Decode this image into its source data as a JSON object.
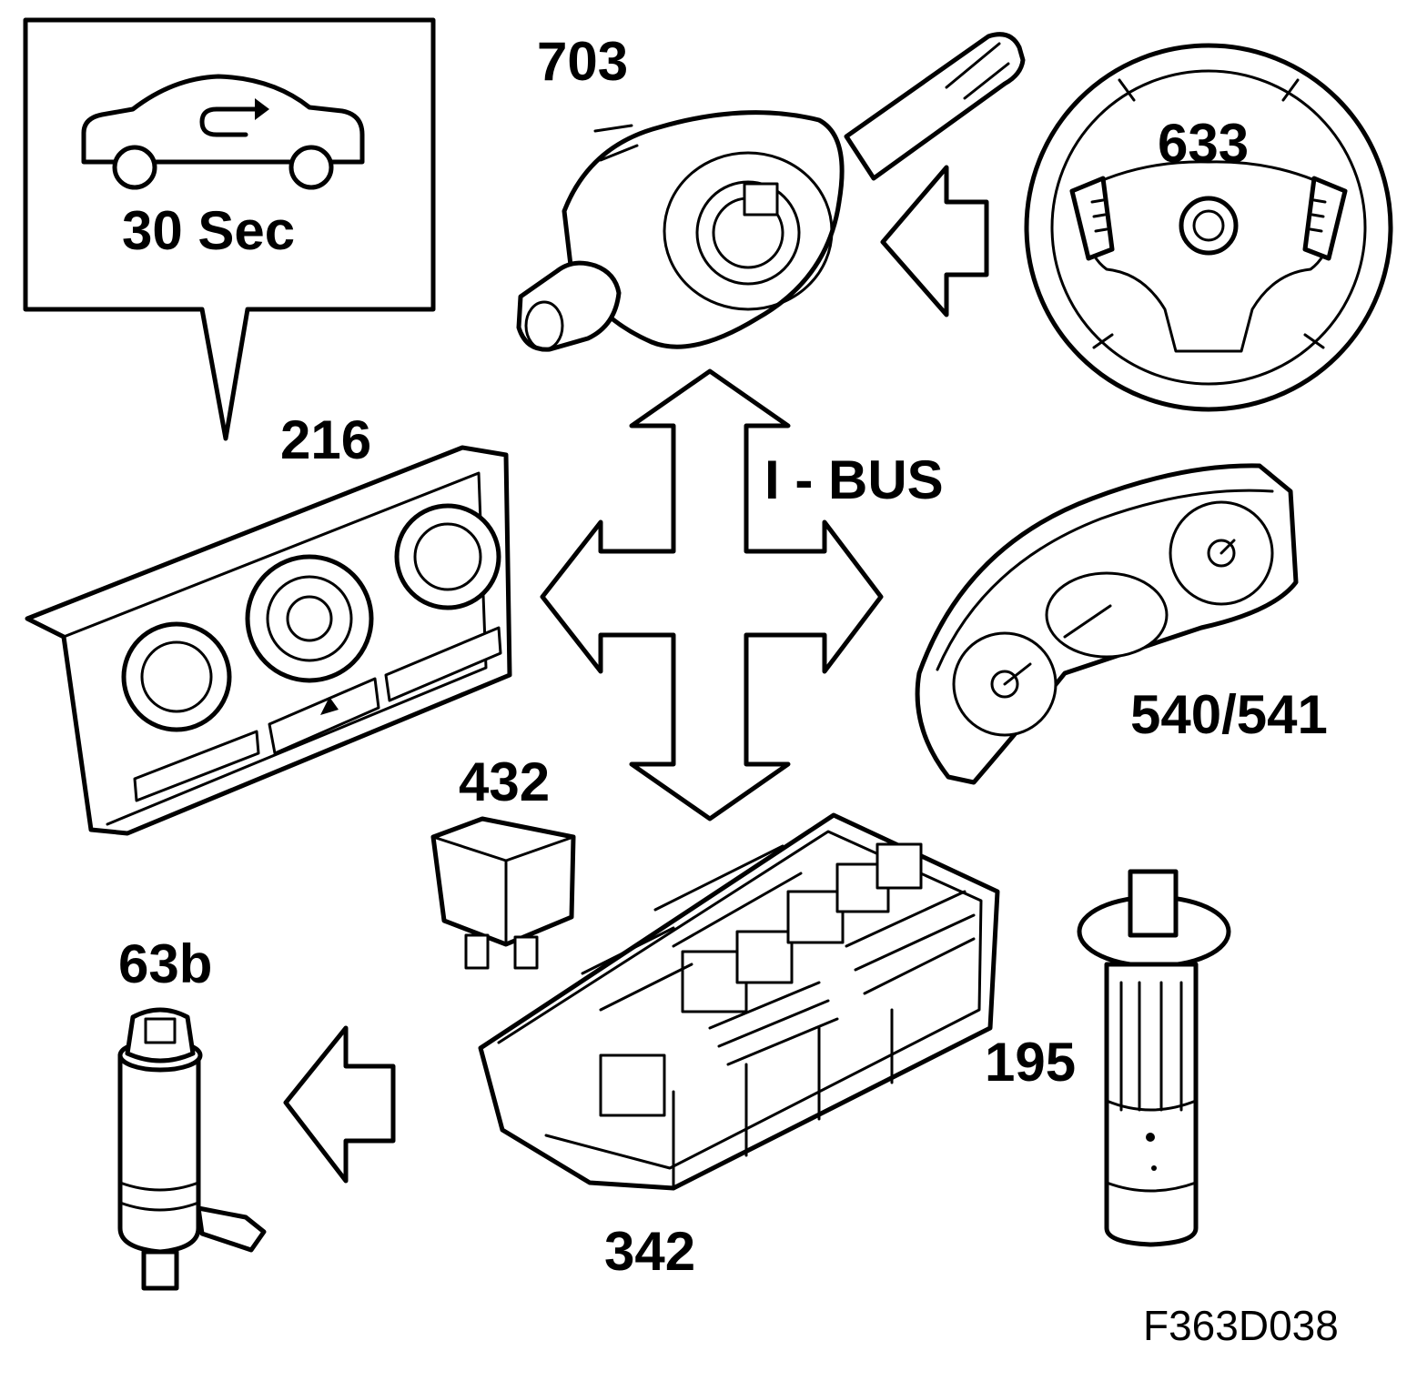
{
  "callout": {
    "text": "30 Sec"
  },
  "bus": {
    "label": "I - BUS"
  },
  "components": [
    {
      "id": "703"
    },
    {
      "id": "633"
    },
    {
      "id": "216"
    },
    {
      "id": "540/541"
    },
    {
      "id": "432"
    },
    {
      "id": "63b"
    },
    {
      "id": "195"
    },
    {
      "id": "342"
    }
  ],
  "figure_id": "F363D038",
  "icons": [
    "car-recirculation-icon",
    "steering-wheel-icon",
    "climate-control-panel-icon",
    "instrument-cluster-icon",
    "relay-icon",
    "washer-pump-icon",
    "fuel-pump-icon",
    "fuse-relay-box-icon"
  ]
}
